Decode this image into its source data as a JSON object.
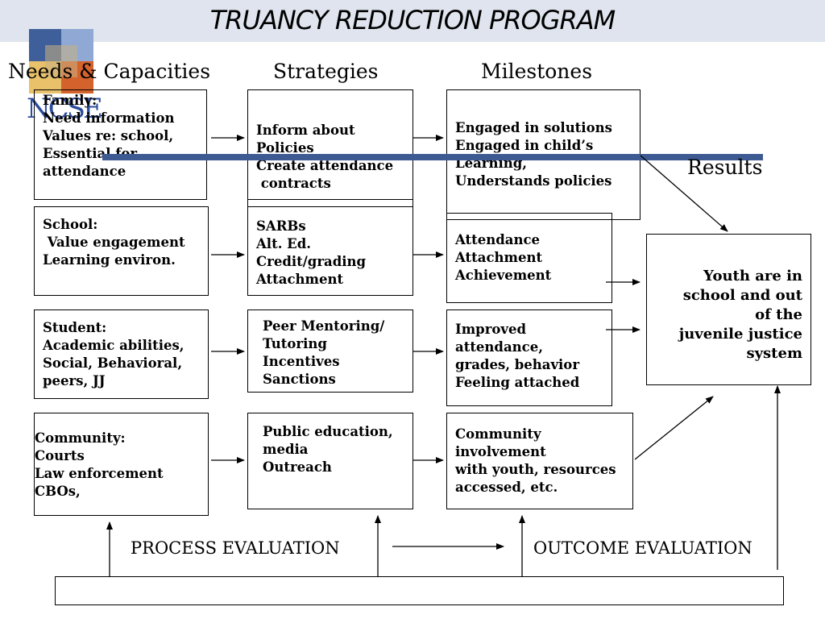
{
  "title": "TRUANCY REDUCTION PROGRAM",
  "logo": {
    "text": "NCSE",
    "colors": [
      "#3f5f9a",
      "#d4622d",
      "#e8c16a",
      "#7f9cc9"
    ]
  },
  "columns": {
    "needs": "Needs & Capacities",
    "strategies": "Strategies",
    "milestones": "Milestones",
    "results": "Results"
  },
  "needs": [
    {
      "text": "Family:\nNeed information\nValues re: school,\nEssential for\nattendance"
    },
    {
      "text": "School:\n Value engagement\nLearning environ."
    },
    {
      "text": "Student:\nAcademic abilities,\nSocial, Behavioral,\npeers, JJ"
    },
    {
      "text": "Community:\nCourts\nLaw enforcement\nCBOs,"
    }
  ],
  "strategies": [
    {
      "text": "Inform about\nPolicies\nCreate attendance\n contracts"
    },
    {
      "text": "SARBs\nAlt. Ed.\nCredit/grading\nAttachment"
    },
    {
      "text": "Peer Mentoring/\nTutoring\nIncentives\nSanctions"
    },
    {
      "text": "Public education,\nmedia\nOutreach"
    }
  ],
  "milestones": [
    {
      "text": "Engaged in solutions\nEngaged in child’s\nLearning,\nUnderstands policies"
    },
    {
      "text": "Attendance\nAttachment\nAchievement"
    },
    {
      "text": "Improved\nattendance,\ngrades, behavior\nFeeling attached"
    },
    {
      "text": "Community\ninvolvement\nwith youth, resources\naccessed, etc."
    }
  ],
  "result": {
    "text": "Youth are in\nschool and out\nof the\njuvenile justice\nsystem"
  },
  "evaluation": {
    "process": "PROCESS  EVALUATION",
    "outcome": "OUTCOME EVALUATION"
  },
  "accent_color": "#3e5a93"
}
